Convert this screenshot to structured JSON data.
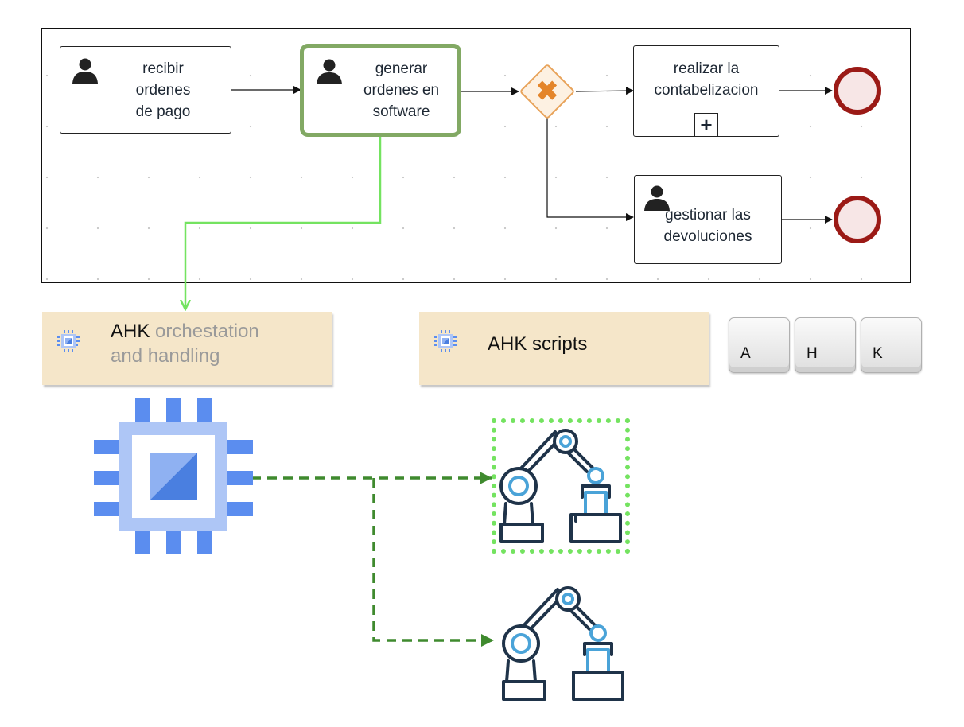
{
  "process": {
    "tasks": [
      {
        "id": "recibir",
        "label": "recibir\nordenes\nde pago"
      },
      {
        "id": "generar",
        "label": "generar\nordenes en\nsoftware"
      },
      {
        "id": "realizar",
        "label": "realizar la\ncontabelizacion"
      },
      {
        "id": "gestionar",
        "label": "gestionar las\ndevoluciones"
      }
    ],
    "gateway_symbol": "✖",
    "subprocess_marker": "+"
  },
  "panels": [
    {
      "bold": "AHK",
      "rest": " orchestation\nand handling",
      "icon": "processor-chip-icon"
    },
    {
      "bold": "AHK scripts",
      "rest": "",
      "icon": "processor-chip-icon"
    }
  ],
  "keys": [
    "A",
    "H",
    "K"
  ],
  "colors": {
    "selected_border": "#82a964",
    "green_link": "#74e360",
    "dashed_link": "#3f8a2e",
    "panel_bg": "#f5e6c9",
    "end_event": "#9b1a16",
    "gateway": "#e8a35a",
    "chip_blue": "#5b8def",
    "robot_dark": "#1f3349",
    "robot_light": "#4aa3d8"
  }
}
